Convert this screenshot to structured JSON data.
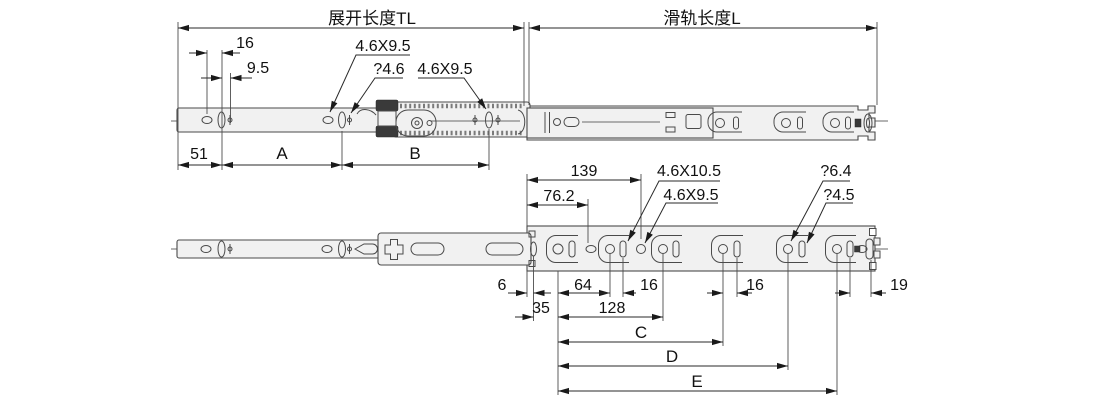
{
  "drawing": {
    "top_view": {
      "extended_length_label": "展开长度TL",
      "rail_length_label": "滑轨长度L",
      "dim_16": "16",
      "dim_9_5": "9.5",
      "slot_label_1": "4.6X9.5",
      "dia_label_4_6": "?4.6",
      "slot_label_2": "4.6X9.5",
      "dim_51": "51",
      "dim_a": "A",
      "dim_b": "B"
    },
    "bottom_view": {
      "dim_139": "139",
      "dim_76_2": "76.2",
      "slot_label_10_5": "4.6X10.5",
      "slot_label_9_5": "4.6X9.5",
      "dia_label_6_4": "?6.4",
      "dia_label_4_5": "?4.5",
      "dim_6": "6",
      "dim_35": "35",
      "dim_64": "64",
      "dim_16_a": "16",
      "dim_128": "128",
      "dim_16_b": "16",
      "dim_19": "19",
      "dim_c": "C",
      "dim_d": "D",
      "dim_e": "E"
    },
    "colors": {
      "line": "#2a2a2a",
      "rail_fill": "#f1f1f1",
      "rail_stroke": "#4a4a4a",
      "background": "#ffffff"
    }
  }
}
